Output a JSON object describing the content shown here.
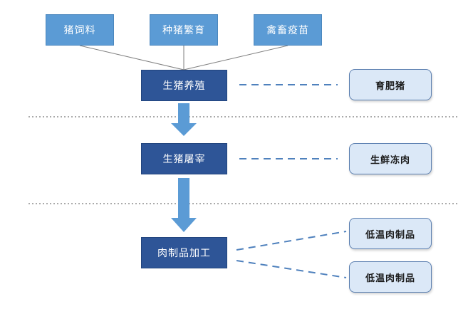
{
  "diagram": {
    "inputs": [
      {
        "label": "猪饲料"
      },
      {
        "label": "种猪繁育"
      },
      {
        "label": "禽畜疫苗"
      }
    ],
    "stages": [
      {
        "label": "生猪养殖"
      },
      {
        "label": "生猪屠宰"
      },
      {
        "label": "肉制品加工"
      }
    ],
    "products": [
      {
        "label": "育肥猪"
      },
      {
        "label": "生鲜冻肉"
      },
      {
        "label": "低温肉制品"
      },
      {
        "label": "低温肉制品"
      }
    ],
    "colors": {
      "input_fill": "#5b9bd5",
      "stage_fill": "#2e5597",
      "product_fill": "#dbe8f7",
      "product_border": "#5b7fb0",
      "arrow": "#5b9bd5",
      "connector": "#7f7f7f",
      "dashed_link": "#4f81bd"
    }
  }
}
